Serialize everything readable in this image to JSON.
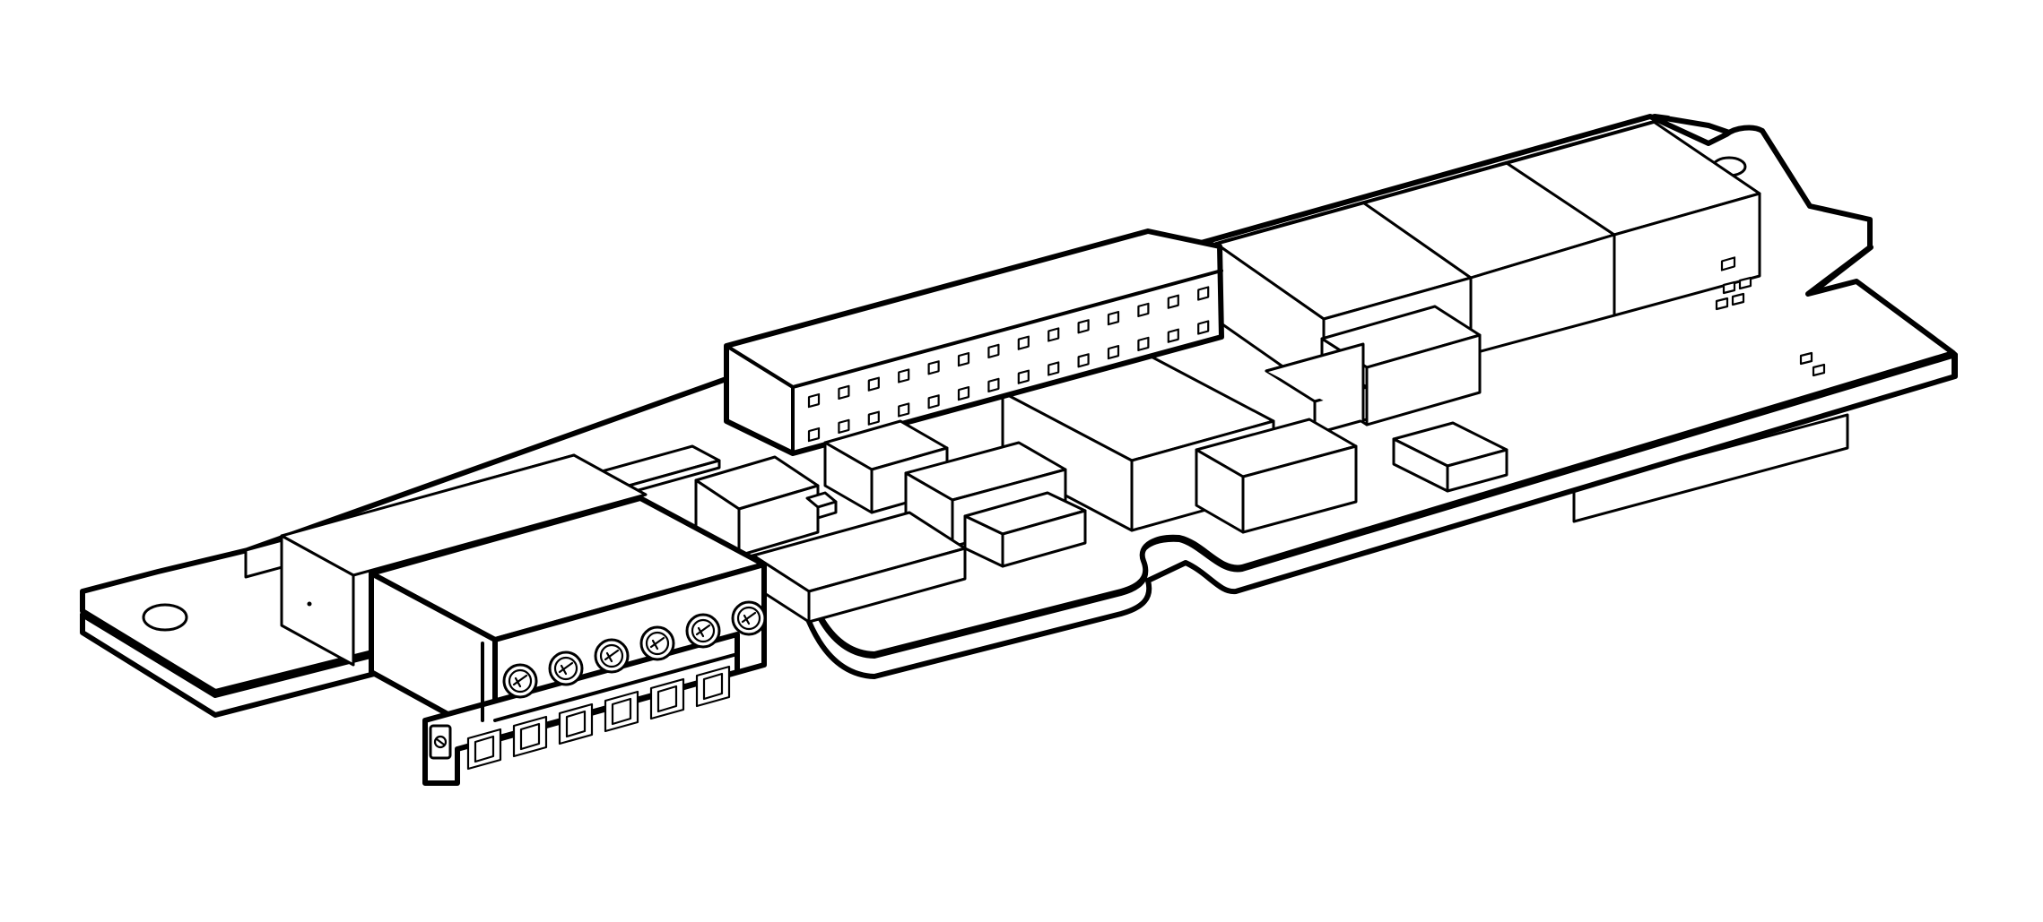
{
  "figure": {
    "subject": "",
    "colors": {
      "line": "#000000",
      "fill": "#ffffff",
      "background": "#ffffff"
    },
    "icons": [
      "screw-terminal-icon",
      "pin-hole-icon",
      "mounting-hole-icon"
    ]
  },
  "components": {
    "terminal_block_screws": 6,
    "header_pin_rows": 2,
    "header_pins_per_row": 14,
    "mounting_holes": 2
  }
}
